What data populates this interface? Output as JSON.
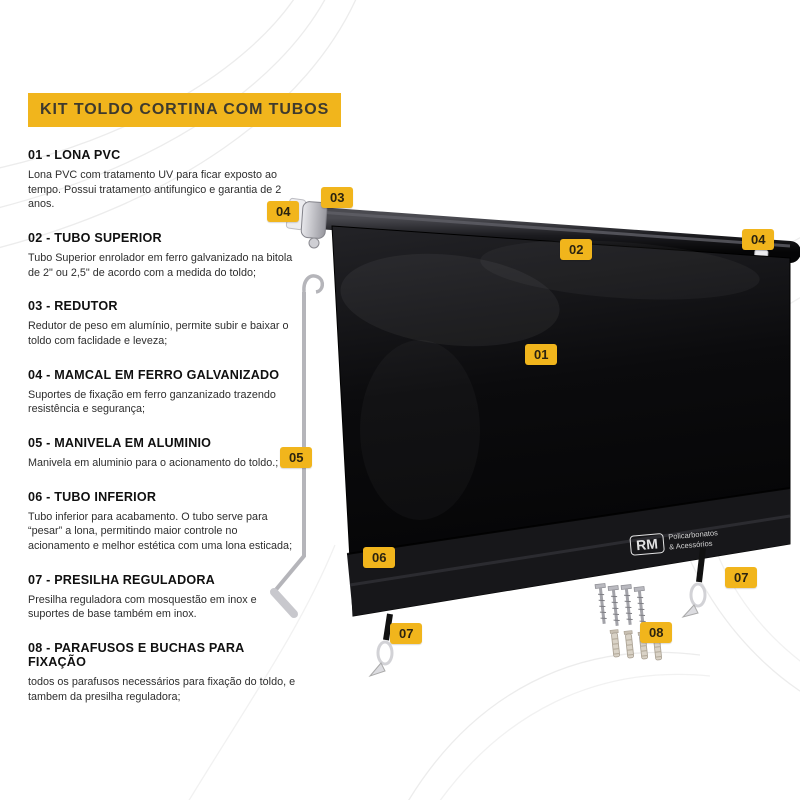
{
  "title": "KIT TOLDO CORTINA COM TUBOS",
  "sections": [
    {
      "heading": "01 - LONA PVC",
      "body": "Lona PVC com tratamento UV para ficar exposto ao tempo. Possui tratamento antifungico e garantia de 2 anos."
    },
    {
      "heading": "02 - TUBO SUPERIOR",
      "body": "Tubo Superior enrolador em ferro galvanizado na bitola de 2\" ou 2,5\" de acordo com a medida do toldo;"
    },
    {
      "heading": "03 - REDUTOR",
      "body": "Redutor de peso em alumínio, permite subir e baixar o toldo com faclidade e leveza;"
    },
    {
      "heading": "04 - MAMCAL  EM FERRO GALVANIZADO",
      "body": "Suportes de fixação em ferro ganzanizado trazendo resistência e segurança;"
    },
    {
      "heading": "05 - MANIVELA EM ALUMINIO",
      "body": "Manivela em aluminio para o acionamento do toldo.;"
    },
    {
      "heading": "06 - TUBO INFERIOR",
      "body": "Tubo inferior para acabamento. O tubo serve para “pesar” a lona, permitindo maior controle no acionamento e melhor estética com uma lona esticada;"
    },
    {
      "heading": "07 - PRESILHA REGULADORA",
      "body": "Presilha reguladora com mosquestão em inox e suportes de base também em inox."
    },
    {
      "heading": "08 - PARAFUSOS E BUCHAS PARA FIXAÇÃO",
      "body": "todos os parafusos necessários para fixação do toldo, e tambem da presilha reguladora;"
    }
  ],
  "badges": [
    {
      "label": "03",
      "part": "redutor"
    },
    {
      "label": "04",
      "part": "mamcal-esquerdo"
    },
    {
      "label": "02",
      "part": "tubo-superior"
    },
    {
      "label": "04",
      "part": "mamcal-direito"
    },
    {
      "label": "01",
      "part": "lona-pvc"
    },
    {
      "label": "05",
      "part": "manivela"
    },
    {
      "label": "06",
      "part": "tubo-inferior"
    },
    {
      "label": "07",
      "part": "presilha-direita"
    },
    {
      "label": "07",
      "part": "presilha-esquerda"
    },
    {
      "label": "08",
      "part": "parafusos-e-buchas"
    }
  ],
  "logo": {
    "abbr": "RM",
    "line1": "Policarbonatos",
    "line2": "& Acessórios"
  },
  "colors": {
    "accent": "#F1B51C",
    "tarp_black": "#0b0b0d",
    "text_dark": "#101010"
  }
}
